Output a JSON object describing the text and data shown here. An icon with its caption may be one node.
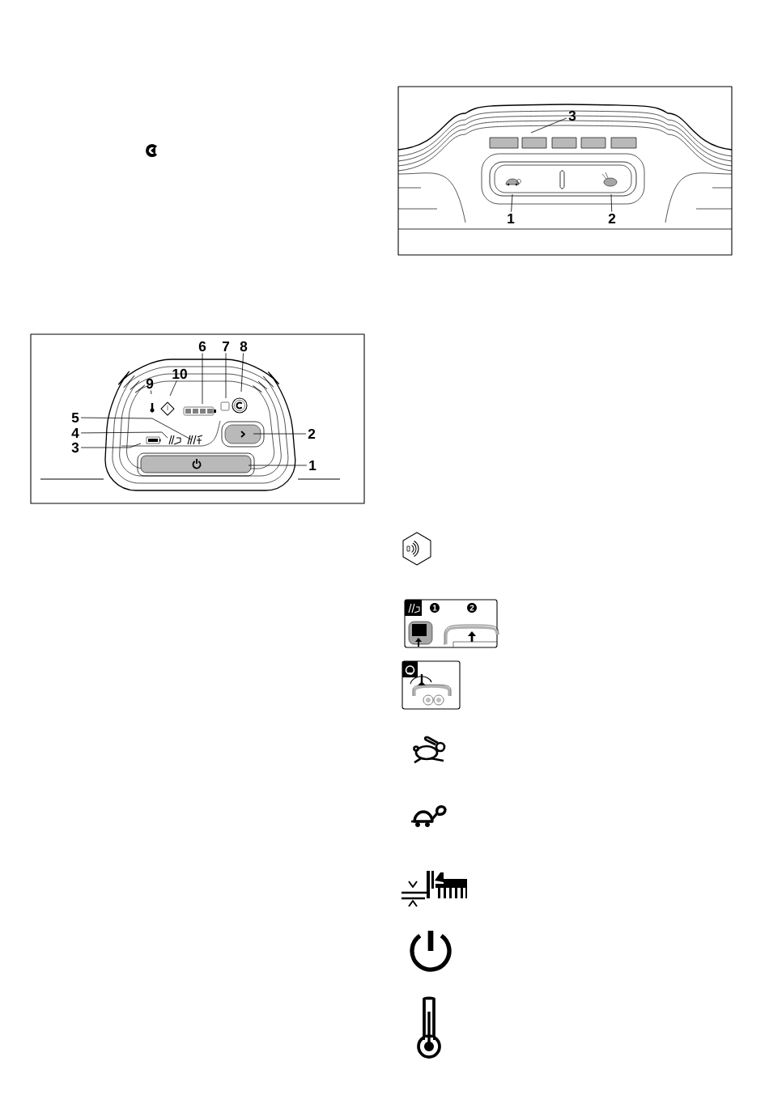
{
  "diagram": {
    "nodes": [
      {
        "text": [
          "3"
        ]
      },
      {
        "text": [
          "1"
        ]
      },
      {
        "text": [
          "2"
        ]
      },
      {
        "text": [
          "6"
        ]
      },
      {
        "text": [
          "7"
        ]
      },
      {
        "text": [
          "8"
        ]
      },
      {
        "text": [
          "10"
        ]
      },
      {
        "text": [
          "9"
        ]
      },
      {
        "text": [
          "5"
        ]
      },
      {
        "text": [
          "4"
        ]
      },
      {
        "text": [
          "2"
        ]
      },
      {
        "text": [
          "3"
        ]
      },
      {
        "text": [
          "1"
        ]
      }
    ],
    "edges": [
      {
        "from": 0,
        "to": null,
        "arrow": "none"
      },
      {
        "from": 1,
        "to": null,
        "arrow": "none"
      },
      {
        "from": 2,
        "to": null,
        "arrow": "none"
      },
      {
        "from": 3,
        "to": null,
        "arrow": "none"
      },
      {
        "from": 4,
        "to": null,
        "arrow": "none"
      },
      {
        "from": 5,
        "to": null,
        "arrow": "none"
      },
      {
        "from": 6,
        "to": null,
        "arrow": "none"
      },
      {
        "from": 7,
        "to": null,
        "arrow": "none"
      },
      {
        "from": 8,
        "to": null,
        "arrow": "none"
      },
      {
        "from": 9,
        "to": null,
        "arrow": "none"
      },
      {
        "from": 10,
        "to": null,
        "arrow": "none"
      },
      {
        "from": 11,
        "to": null,
        "arrow": "none"
      },
      {
        "from": 12,
        "to": null,
        "arrow": "none"
      }
    ],
    "labels": [
      "1",
      "2"
    ]
  }
}
